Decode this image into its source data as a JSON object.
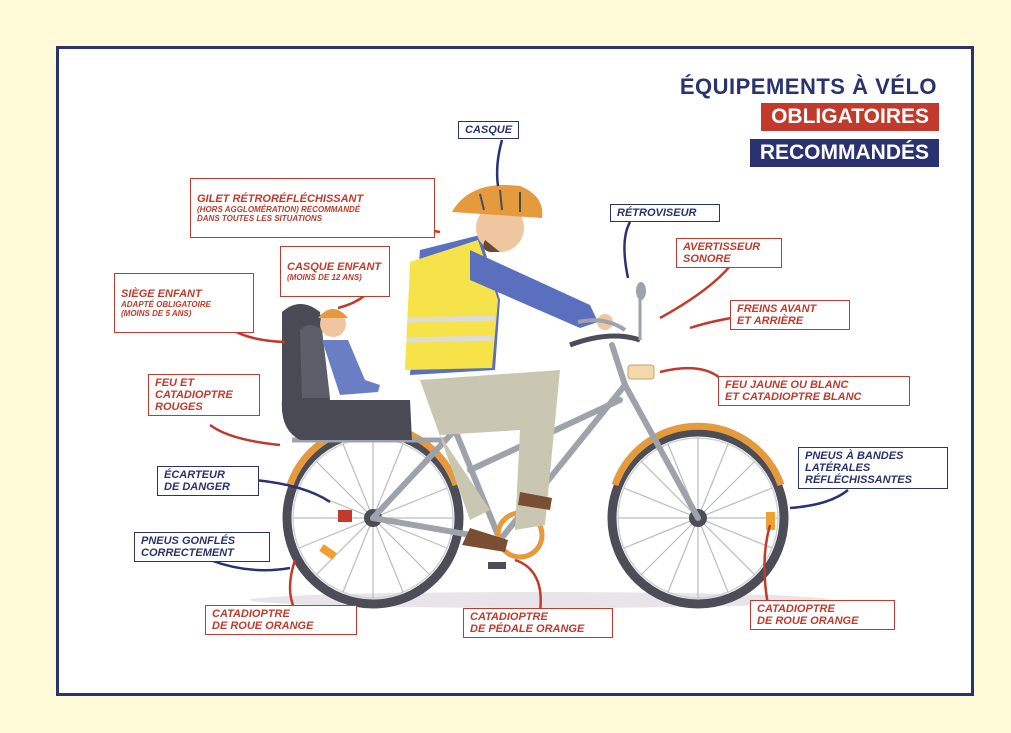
{
  "title": "ÉQUIPEMENTS À VÉLO",
  "legend": {
    "mandatory": "OBLIGATOIRES",
    "recommended": "RECOMMANDÉS"
  },
  "colors": {
    "mandatory": "#c23a2b",
    "recommended": "#2a3370",
    "page_background": "#fffbd8"
  },
  "labels": {
    "casque": "CASQUE",
    "gilet": "GILET RÉTRORÉFLÉCHISSANT",
    "gilet_note": "(HORS AGGLOMÉRATION) RECOMMANDÉ\nDANS TOUTES LES SITUATIONS",
    "casque_enfant": "CASQUE ENFANT",
    "casque_enfant_note": "(MOINS DE 12 ANS)",
    "siege_enfant": "SIÈGE ENFANT",
    "siege_enfant_note": "ADAPTÉ OBLIGATOIRE\n(MOINS DE 5 ANS)",
    "feu_rouge": "FEU ET\nCATADIOPTRE\nROUGES",
    "ecarteur": "ÉCARTEUR\nDE DANGER",
    "pneus_gonfles": "PNEUS GONFLÉS\nCORRECTEMENT",
    "catadioptre_roue_arriere": "CATADIOPTRE\nDE ROUE ORANGE",
    "catadioptre_pedale": "CATADIOPTRE\nDE PÉDALE ORANGE",
    "catadioptre_roue_avant": "CATADIOPTRE\nDE ROUE ORANGE",
    "retroviseur": "RÉTROVISEUR",
    "avertisseur": "AVERTISSEUR\nSONORE",
    "freins": "FREINS AVANT\nET ARRIÈRE",
    "feu_avant": "FEU JAUNE OU BLANC\nET CATADIOPTRE BLANC",
    "pneus_bandes": "PNEUS À BANDES\nLATÉRALES\nRÉFLÉCHISSANTES"
  }
}
